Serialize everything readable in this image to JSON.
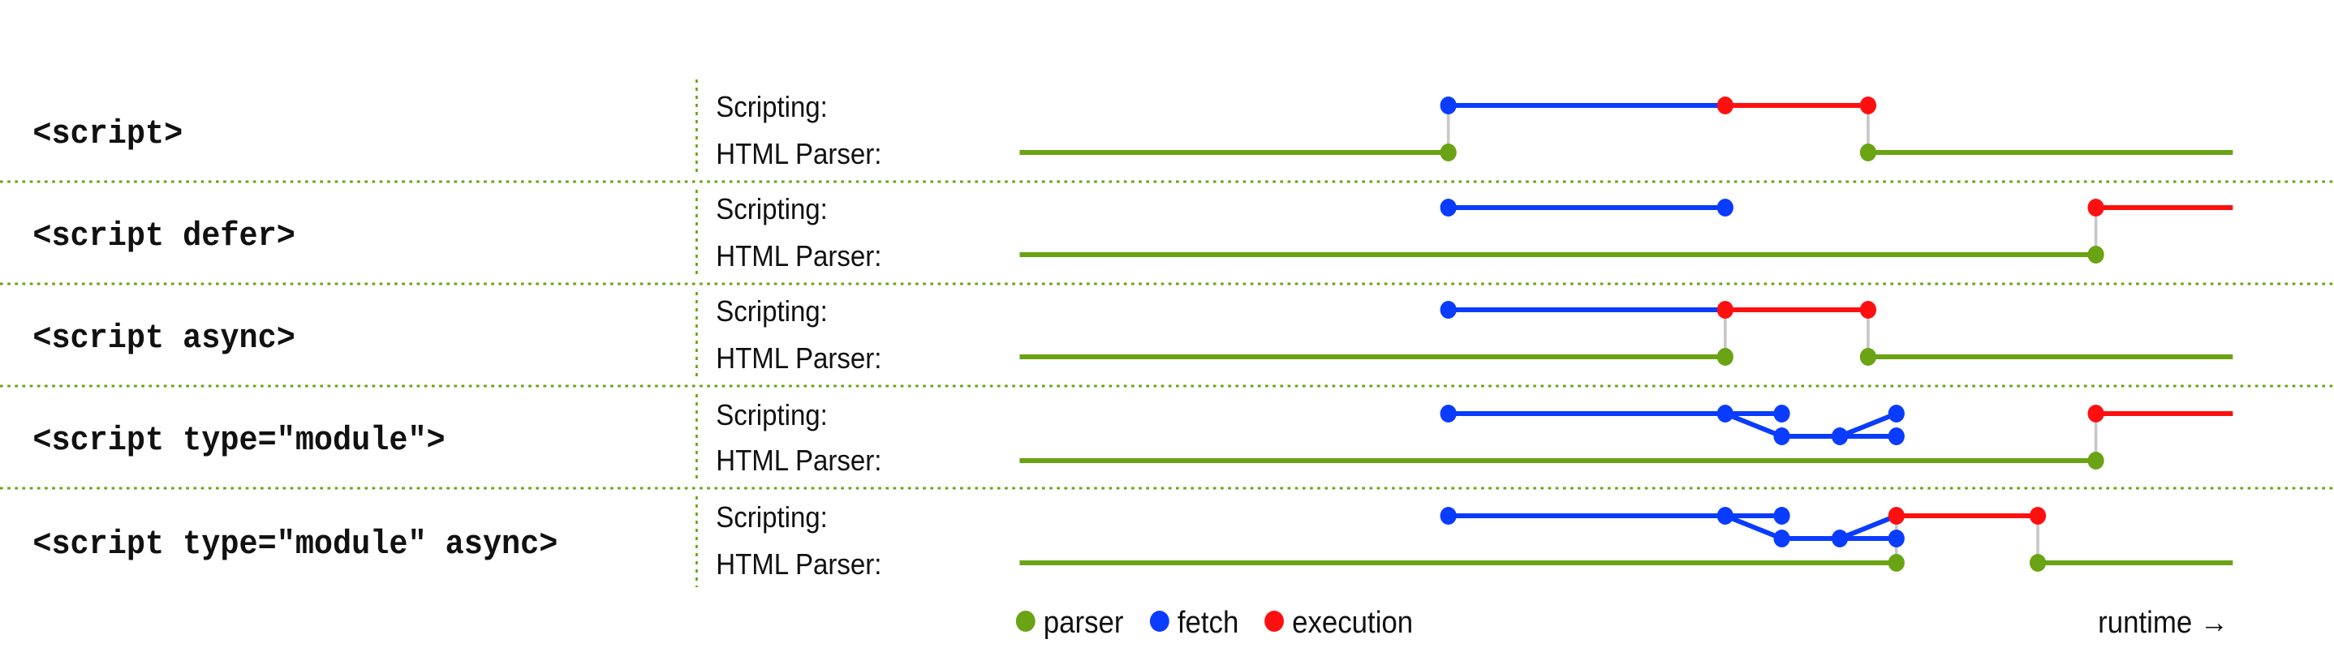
{
  "legend": {
    "parser": "parser",
    "fetch": "fetch",
    "execution": "execution",
    "runtime": "runtime →"
  },
  "colors": {
    "parser": "#6aa313",
    "fetch": "#0a3cff",
    "execution": "#ff1010",
    "separator": "#6aa313",
    "connector": "#c8c8c8"
  },
  "rows": [
    {
      "label": "<script>",
      "scripting_label": "Scripting:",
      "parser_label": "HTML Parser:",
      "events": "parser runs, pauses while the script is fetched and executed, then resumes"
    },
    {
      "label": "<script defer>",
      "scripting_label": "Scripting:",
      "parser_label": "HTML Parser:",
      "events": "script fetched in parallel with parsing; executed after parsing finishes"
    },
    {
      "label": "<script async>",
      "scripting_label": "Scripting:",
      "parser_label": "HTML Parser:",
      "events": "script fetched in parallel; parser pauses while it executes as soon as it is ready"
    },
    {
      "label": "<script type=\"module\">",
      "scripting_label": "Scripting:",
      "parser_label": "HTML Parser:",
      "events": "module and its dependencies fetched in parallel; executed after parsing finishes"
    },
    {
      "label": "<script type=\"module\" async>",
      "scripting_label": "Scripting:",
      "parser_label": "HTML Parser:",
      "events": "module and dependencies fetched in parallel; parser pauses while it executes as soon as it is ready"
    }
  ]
}
